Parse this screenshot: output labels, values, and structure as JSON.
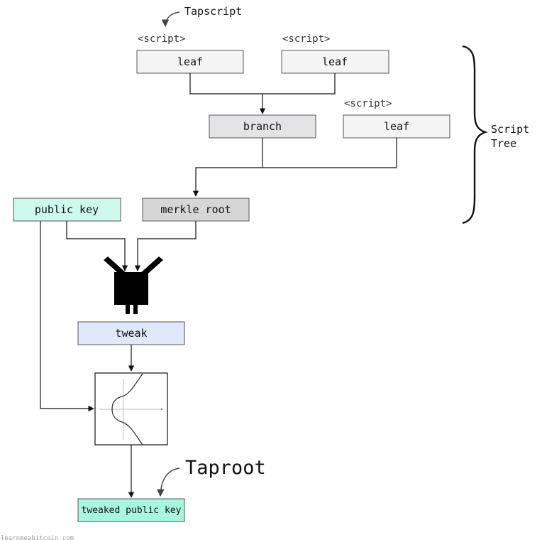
{
  "annotations": {
    "tapscript": "Tapscript",
    "taproot": "Taproot",
    "script_tree": [
      "Script",
      "Tree"
    ],
    "footer": "learnmeabitcoin.com"
  },
  "script_tag": "<script>",
  "boxes": {
    "leaf_1": "leaf",
    "leaf_2": "leaf",
    "leaf_3": "leaf",
    "branch": "branch",
    "merkle_root": "merkle root",
    "public_key": "public key",
    "tweak": "tweak",
    "tweaked_public_key": "tweaked public key"
  },
  "colors": {
    "leaf": "#f4f4f4",
    "branch": "#e4e4e6",
    "merkle_root": "#d6d6d6",
    "public_key": "#cdfaec",
    "tweak": "#e1e8fc",
    "tweaked_public_key": "#a9f6de",
    "hash_function": "#000000"
  },
  "icons": {
    "hash_function": "hash-function-machine-icon",
    "elliptic_curve": "elliptic-curve-icon"
  }
}
